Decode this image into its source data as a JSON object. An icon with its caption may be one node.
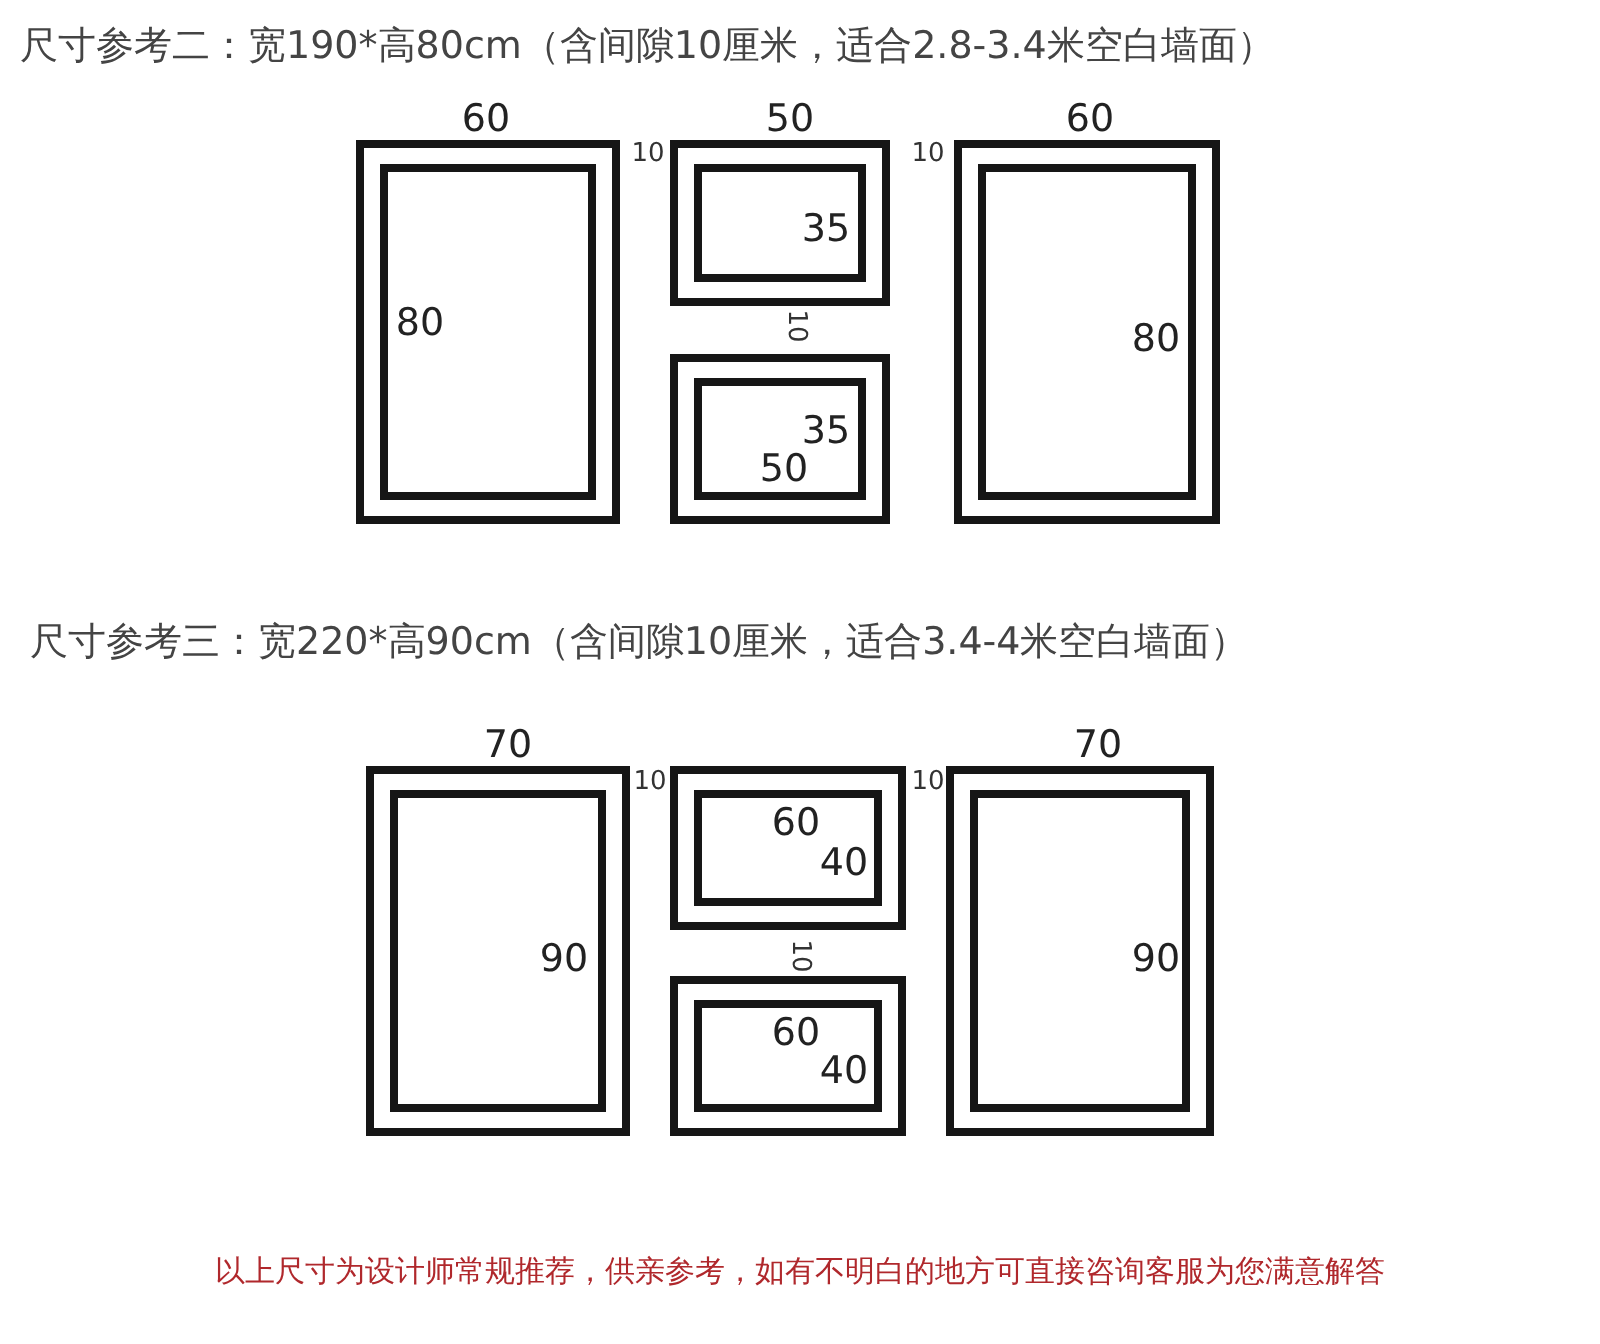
{
  "diagram": {
    "nodes": [
      {
        "text": [
          "60",
          "80"
        ]
      },
      {
        "text": [
          "50",
          "35"
        ]
      },
      {
        "text": [
          "35",
          "50"
        ]
      },
      {
        "text": [
          "60",
          "80"
        ]
      },
      {
        "text": [
          "70",
          "90"
        ]
      },
      {
        "text": [
          "60",
          "40"
        ]
      },
      {
        "text": [
          "60",
          "40"
        ]
      },
      {
        "text": [
          "70",
          "90"
        ]
      }
    ],
    "labels": [
      "尺寸参考二：宽190*高80cm（含间隙10厘米，适合2.8-3.4米空白墙面）",
      "10",
      "10",
      "10",
      "尺寸参考三：宽220*高90cm（含间隙10厘米，适合3.4-4米空白墙面）",
      "10",
      "10",
      "10",
      "以上尺寸为设计师常规推荐，供亲参考，如有不明白的地方可直接咨询客服为您满意解答"
    ]
  }
}
